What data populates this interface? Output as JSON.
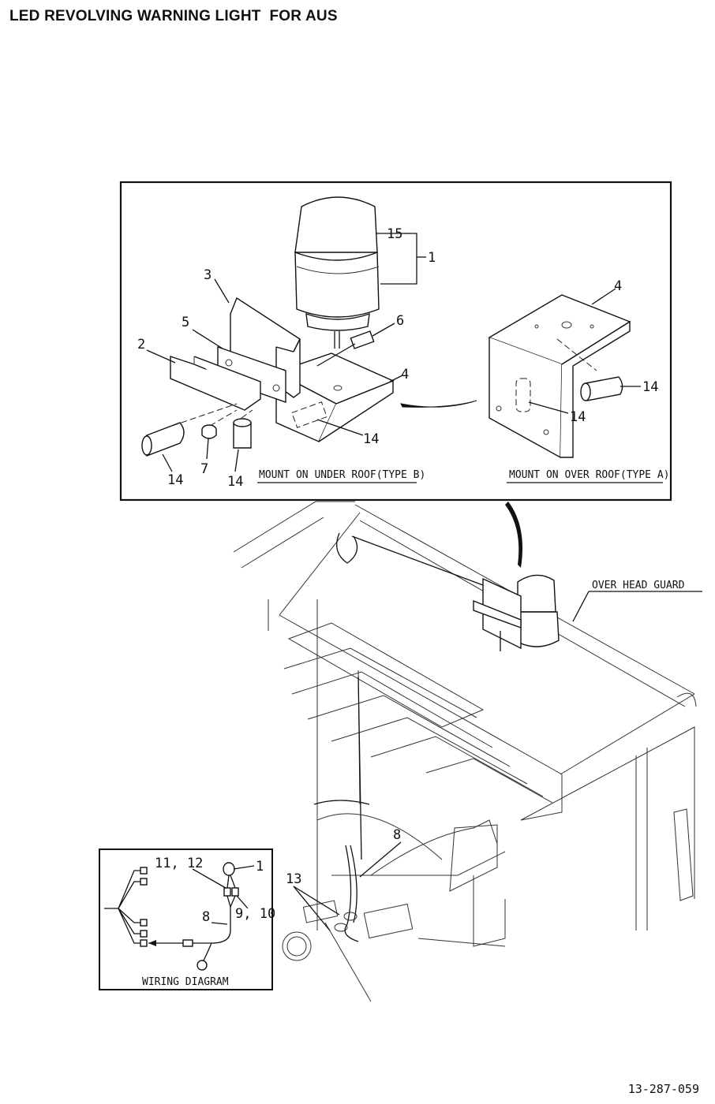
{
  "title": "LED REVOLVING WARNING LIGHT  FOR AUS",
  "doc_code": "13-287-059",
  "detail_panel": {
    "caption_type_b": "MOUNT ON UNDER ROOF(TYPE B)",
    "caption_type_a": "MOUNT ON OVER ROOF(TYPE A)",
    "callouts_type_b": [
      "15",
      "1",
      "3",
      "5",
      "6",
      "2",
      "4",
      "14",
      "7",
      "14",
      "14"
    ],
    "callouts_type_a": [
      "4",
      "14",
      "14"
    ]
  },
  "main_view": {
    "label_overhead_guard": "OVER HEAD GUARD",
    "callouts": [
      "8",
      "13"
    ]
  },
  "wiring_diagram": {
    "caption": "WIRING DIAGRAM",
    "callouts": [
      "11, 12",
      "1",
      "9, 10",
      "8"
    ]
  }
}
